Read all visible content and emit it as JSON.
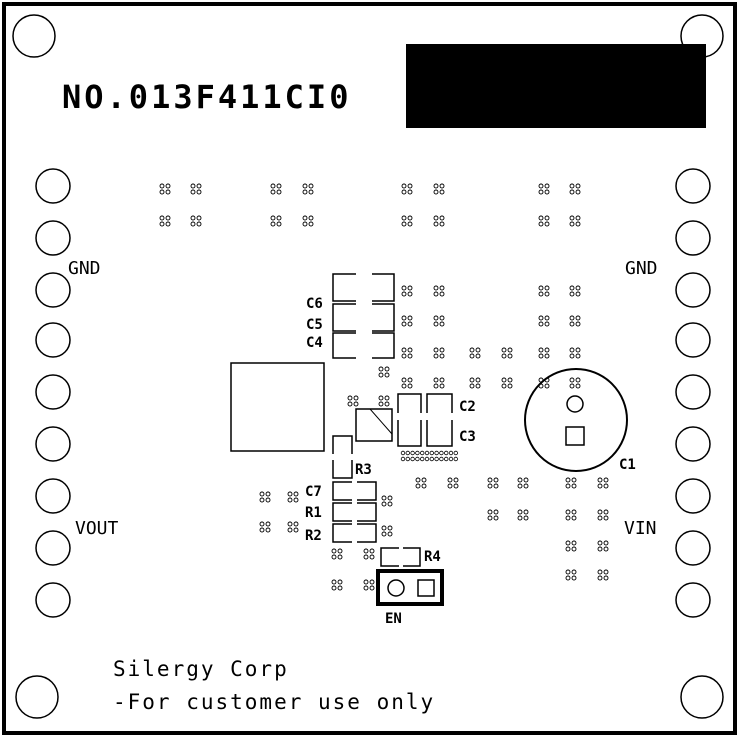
{
  "board": {
    "part_number": "NO.013F411CI0",
    "company": "Silergy Corp",
    "usage_note": "-For customer use only"
  },
  "net_labels": {
    "gnd_left": "GND",
    "gnd_right": "GND",
    "vout": "VOUT",
    "vin": "VIN",
    "enable": "EN"
  },
  "components": {
    "c1": "C1",
    "c2": "C2",
    "c3": "C3",
    "c4": "C4",
    "c5": "C5",
    "c6": "C6",
    "c7": "C7",
    "r1": "R1",
    "r2": "R2",
    "r3": "R3",
    "r4": "R4"
  },
  "colors": {
    "silkscreen": "#000000",
    "board": "#ffffff"
  }
}
